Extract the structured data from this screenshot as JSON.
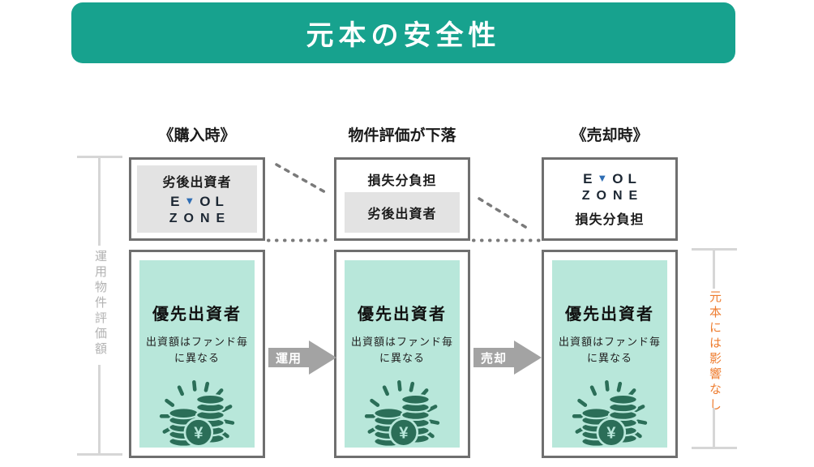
{
  "title": "元本の安全性",
  "headers": {
    "stage1": "《購入時》",
    "stage2": "物件評価が下落",
    "stage3": "《売却時》"
  },
  "axis": {
    "left": "運用物件評価額",
    "right": "元本には影響なし"
  },
  "labels": {
    "subordinated": "劣後出資者",
    "loss": "損失分負担",
    "priority": "優先出資者",
    "caption_line1": "出資額はファンド毎",
    "caption_line2": "に異なる"
  },
  "brand": {
    "r1_pre": "E",
    "r1_v": "▼",
    "r1_post": "OL",
    "r2": "ZONE",
    "v_color": "#2e6db4"
  },
  "arrows": {
    "operate": "運用",
    "sell": "売却"
  },
  "icons": {
    "coins_yen_symbol": "¥"
  },
  "colors": {
    "banner_teal": "#17a28e",
    "mint": "#b8e7da",
    "icon_green": "#2b6e58",
    "accent_orange": "#ee7d30",
    "arrow_gray": "#a3a3a3",
    "border_gray": "#6f6f6f",
    "sub_box_gray": "#e3e3e3",
    "bracket_gray": "#d6d6d6"
  }
}
